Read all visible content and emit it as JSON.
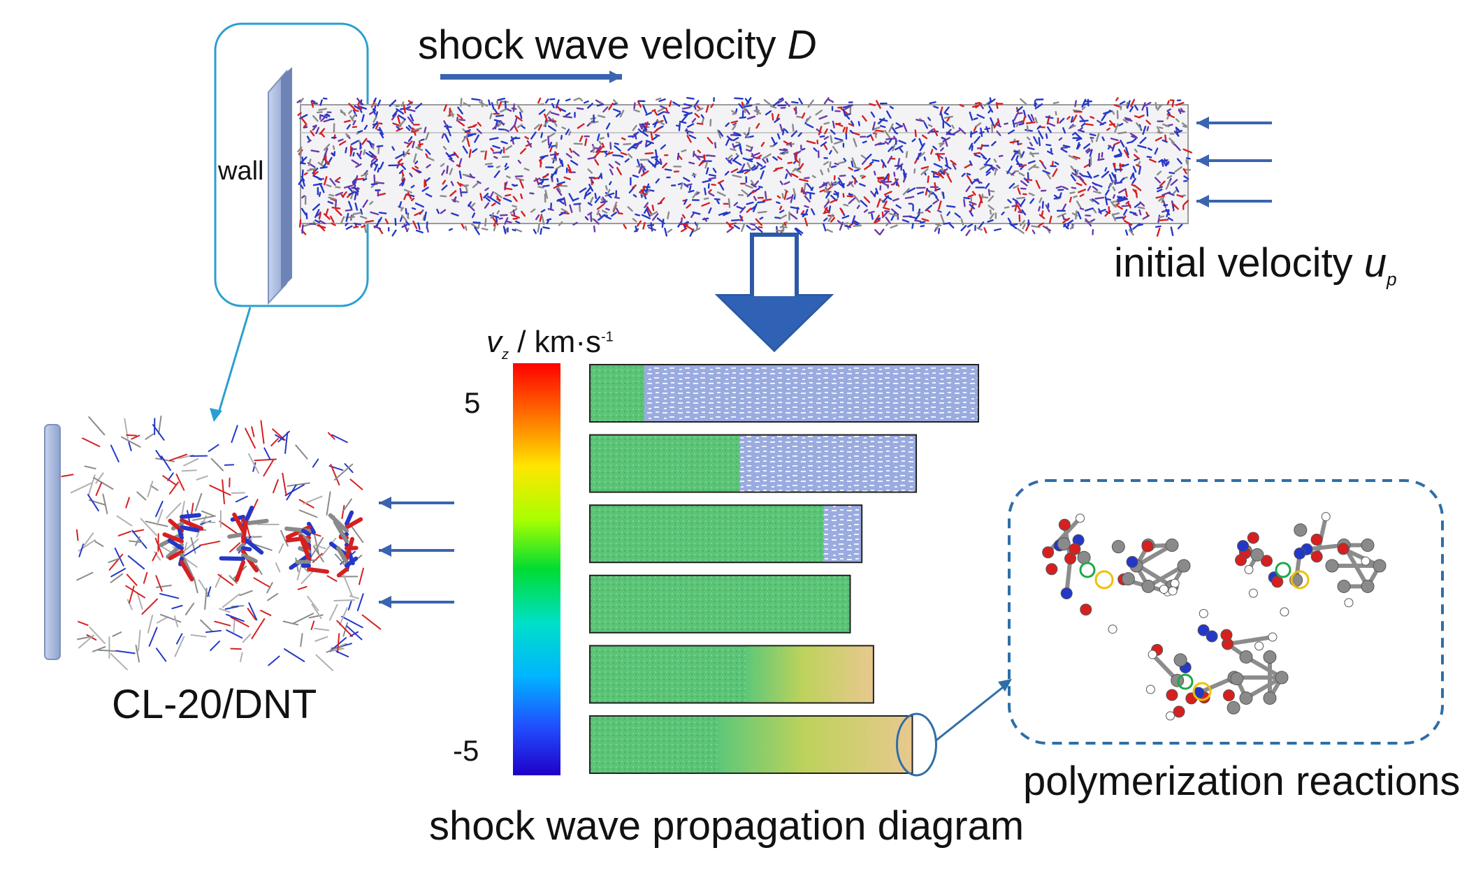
{
  "labels": {
    "shock_velocity_text": "shock wave velocity ",
    "shock_velocity_symbol": "D",
    "wall": "wall",
    "initial_velocity_text": "initial velocity ",
    "initial_velocity_symbol": "u",
    "initial_velocity_sub": "p",
    "colorbar_symbol": "v",
    "colorbar_sub": "z",
    "colorbar_unit": " / km·s",
    "colorbar_sup": "-1",
    "colorbar_max": "5",
    "colorbar_min": "-5",
    "cl20_dnt": "CL-20/DNT",
    "propagation_diagram": "shock wave propagation diagram",
    "polymerization": "polymerization reactions"
  },
  "colors": {
    "wall": "#9fb2d8",
    "arrow": "#3b64b0",
    "callout": "#2a9fd0",
    "reaction_box": "#2e6ea8",
    "unshocked": "#8fa3dd",
    "shocked": "#5ec878",
    "hot_front": "#e7c07a",
    "oxygen": "#d62020",
    "nitrogen": "#2438c8",
    "carbon": "#8a8a8a",
    "hydrogen": "#f0f0f0"
  },
  "colorbar": {
    "max": 5,
    "min": -5,
    "palette": "rainbow"
  },
  "propagation_snapshots": [
    {
      "shocked_fraction": 0.14,
      "length_fraction": 1.0,
      "hot_fraction": 0.0
    },
    {
      "shocked_fraction": 0.46,
      "length_fraction": 0.84,
      "hot_fraction": 0.0
    },
    {
      "shocked_fraction": 0.86,
      "length_fraction": 0.7,
      "hot_fraction": 0.0
    },
    {
      "shocked_fraction": 1.0,
      "length_fraction": 0.67,
      "hot_fraction": 0.0
    },
    {
      "shocked_fraction": 1.0,
      "length_fraction": 0.73,
      "hot_fraction": 0.45
    },
    {
      "shocked_fraction": 1.0,
      "length_fraction": 0.83,
      "hot_fraction": 0.6
    }
  ]
}
